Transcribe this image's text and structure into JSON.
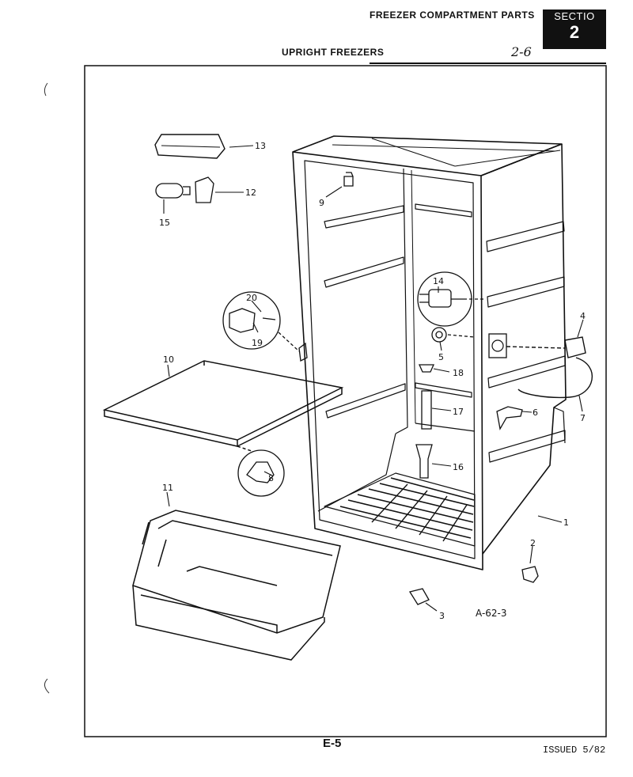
{
  "header": {
    "title": "FREEZER COMPARTMENT PARTS",
    "section_label": "SECTIO",
    "section_number": "2"
  },
  "subtitle": "UPRIGHT FREEZERS",
  "handwritten_note": "2-6",
  "figure_code": "A-62-3",
  "footer": {
    "page_code": "E-5",
    "issued": "ISSUED 5/82"
  },
  "callouts": [
    "1",
    "2",
    "3",
    "4",
    "5",
    "6",
    "7",
    "8",
    "9",
    "10",
    "11",
    "12",
    "13",
    "14",
    "15",
    "16",
    "17",
    "18",
    "19",
    "20"
  ]
}
